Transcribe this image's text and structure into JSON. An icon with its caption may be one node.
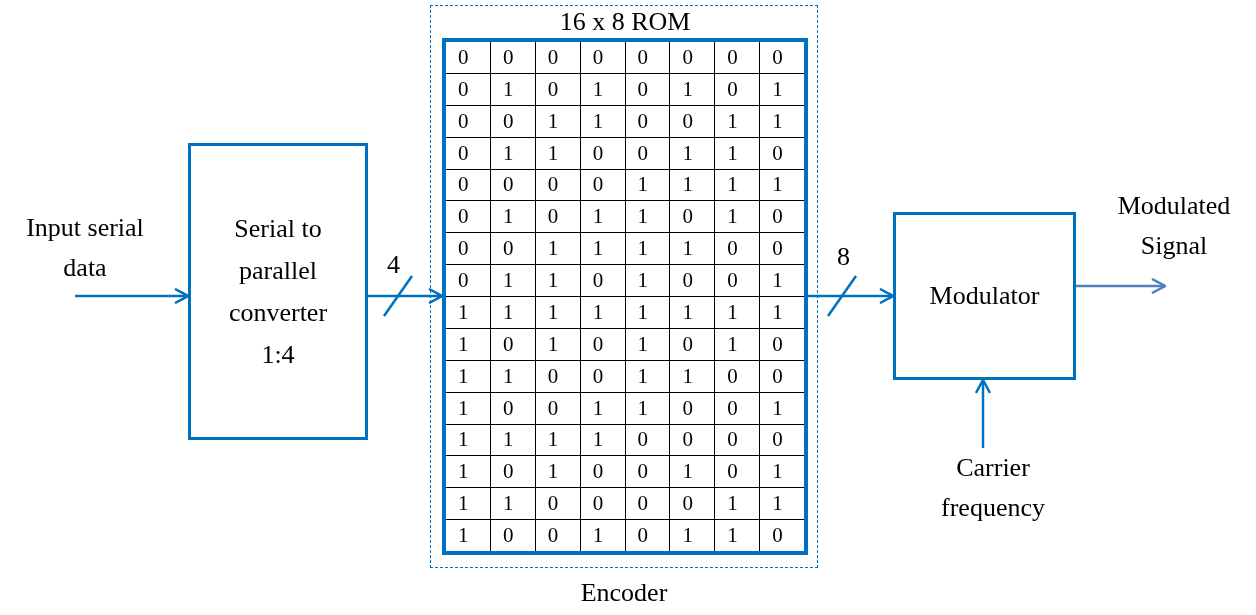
{
  "diagram": {
    "nodes": [
      {
        "text": [
          "Input serial data"
        ]
      },
      {
        "text": [
          "Serial to parallel converter 1:4"
        ]
      },
      {
        "text": [
          "Encoder"
        ]
      },
      {
        "text": [
          "16 x 8 ROM"
        ],
        "in": 2
      },
      {
        "text": [
          "Modulator"
        ]
      },
      {
        "text": [
          "Modulated Signal"
        ]
      },
      {
        "text": [
          "Carrier frequency"
        ]
      }
    ],
    "edges": [
      {
        "from": 0,
        "to": 1,
        "arrow": "to"
      },
      {
        "from": 1,
        "to": 3,
        "arrow": "to",
        "label": "4"
      },
      {
        "from": 3,
        "to": 4,
        "arrow": "to",
        "label": "8"
      },
      {
        "from": 4,
        "to": 5,
        "arrow": "to",
        "color": "#4f81bd"
      },
      {
        "from": 6,
        "to": 4,
        "arrow": "to"
      }
    ],
    "labels": [
      "0",
      "0",
      "0",
      "0",
      "0",
      "0",
      "0",
      "0",
      "0",
      "1",
      "0",
      "1",
      "0",
      "1",
      "0",
      "1",
      "0",
      "0",
      "1",
      "1",
      "0",
      "0",
      "1",
      "1",
      "0",
      "1",
      "1",
      "0",
      "0",
      "1",
      "1",
      "0",
      "0",
      "0",
      "0",
      "0",
      "1",
      "1",
      "1",
      "1",
      "0",
      "1",
      "0",
      "1",
      "1",
      "0",
      "1",
      "0",
      "0",
      "0",
      "1",
      "1",
      "1",
      "1",
      "0",
      "0",
      "0",
      "1",
      "1",
      "0",
      "1",
      "0",
      "0",
      "1",
      "1",
      "1",
      "1",
      "1",
      "1",
      "1",
      "1",
      "1",
      "1",
      "0",
      "1",
      "0",
      "1",
      "0",
      "1",
      "0",
      "1",
      "1",
      "0",
      "0",
      "1",
      "1",
      "0",
      "0",
      "1",
      "0",
      "0",
      "1",
      "1",
      "0",
      "0",
      "1",
      "1",
      "1",
      "1",
      "1",
      "0",
      "0",
      "0",
      "0",
      "1",
      "0",
      "1",
      "0",
      "0",
      "1",
      "0",
      "1",
      "1",
      "1",
      "0",
      "0",
      "0",
      "0",
      "1",
      "1",
      "1",
      "0",
      "0",
      "1",
      "0",
      "1",
      "1",
      "0"
    ]
  }
}
